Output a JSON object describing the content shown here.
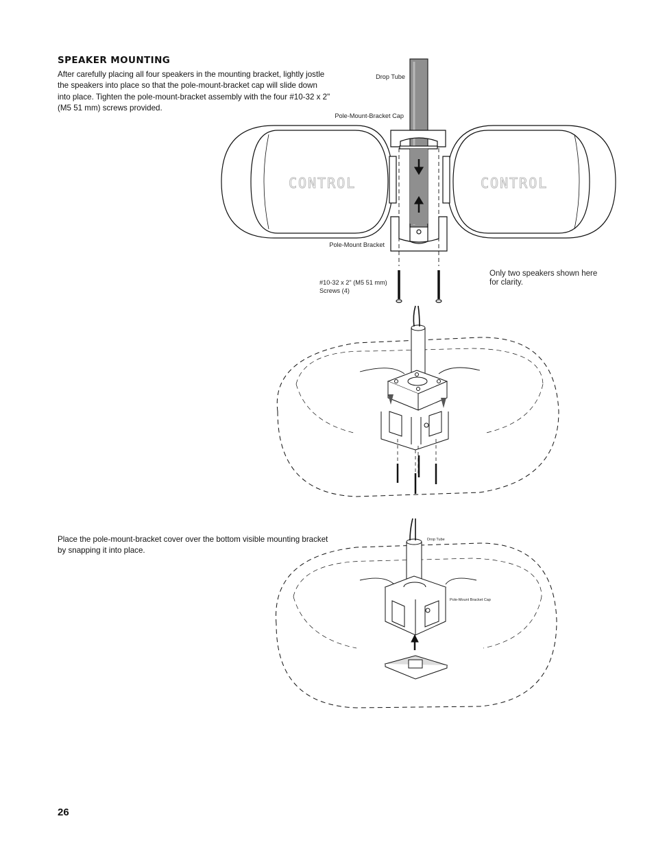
{
  "heading": "SPEAKER MOUNTING",
  "paragraph_1": "After carefully placing all four speakers in the mounting bracket, lightly jostle the speakers into place so that the pole-mount-bracket cap will slide down into place. Tighten the pole-mount-bracket assembly with the four #10-32 x 2\" (M5 51 mm) screws provided.",
  "paragraph_2": "Place the pole-mount-bracket cover over the bottom visible mounting bracket by snapping it into place.",
  "page_number": "26",
  "figure_1": {
    "label_drop_tube": "Drop Tube",
    "label_cap": "Pole-Mount-Bracket Cap",
    "label_bracket": "Pole-Mount Bracket",
    "label_screws_line1": "#10-32 x 2\" (M5 51 mm)",
    "label_screws_line2": "Screws (4)",
    "brand_left": "CONTROL",
    "brand_right": "CONTROL",
    "note_line1": "Only two speakers shown here",
    "note_line2": "for clarity."
  },
  "figure_3": {
    "label_drop_tube": "Drop Tube",
    "label_cap": "Pole-Mount Bracket Cap"
  }
}
